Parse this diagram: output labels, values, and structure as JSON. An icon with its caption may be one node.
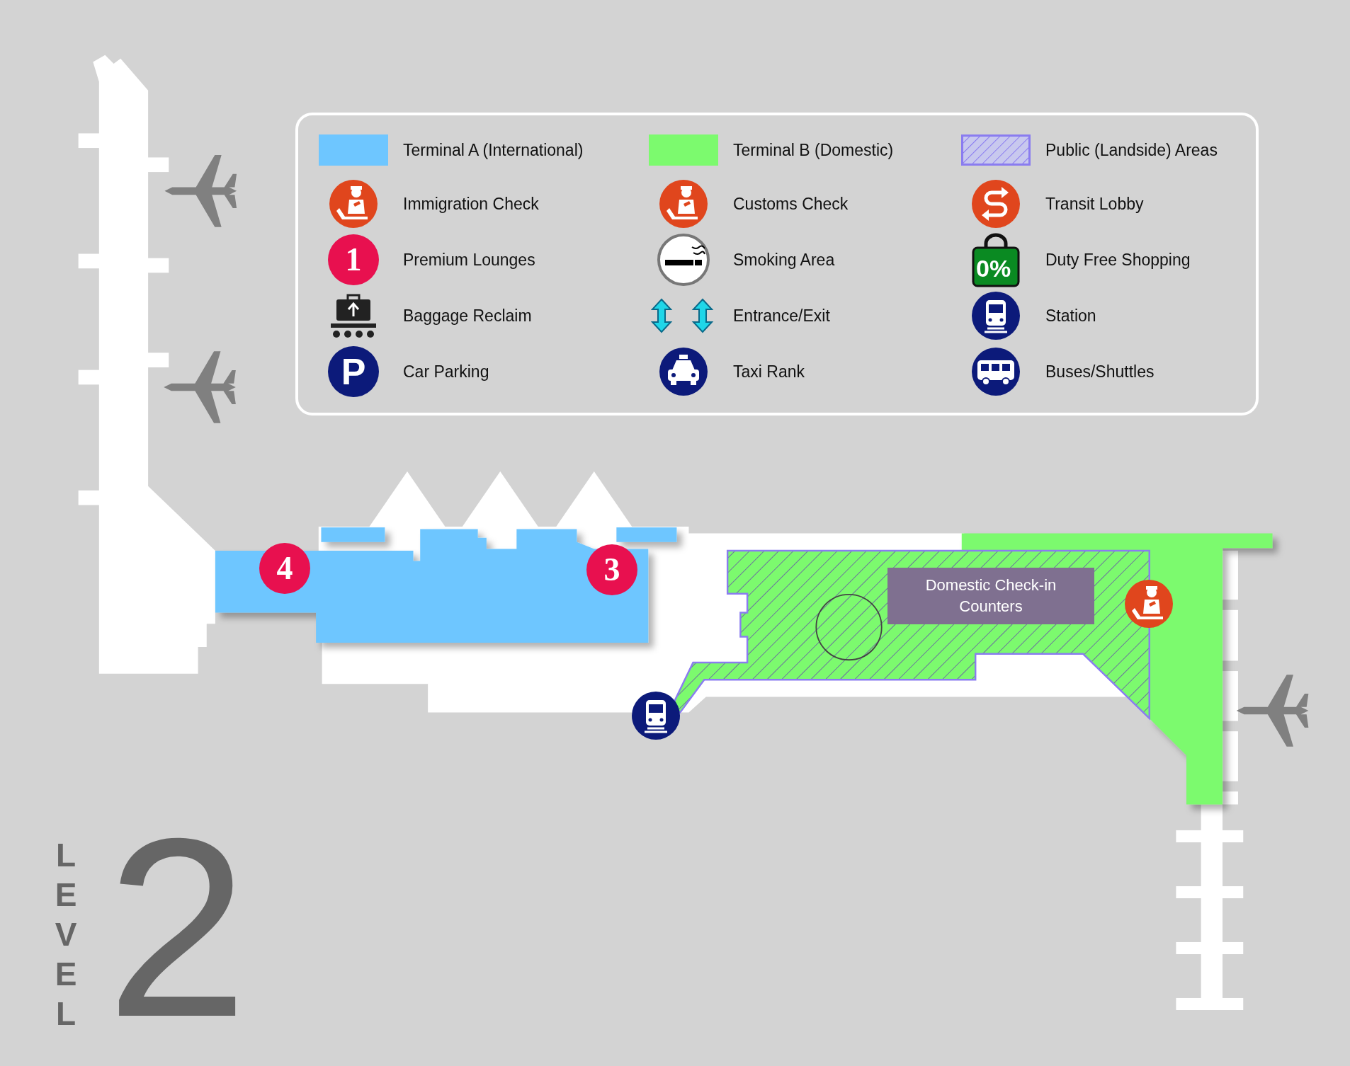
{
  "diagram": {
    "nodes": [
      {
        "text": [
          "Domestic Check-in Counters"
        ]
      }
    ],
    "labels": [
      "1",
      "0%",
      "P",
      "4",
      "3",
      "LEVEL",
      "2"
    ],
    "legend": [
      {
        "text": "Terminal A (International)",
        "color": "#6ec6ff"
      },
      {
        "text": "Terminal B (Domestic)",
        "color": "#7cfa6e"
      },
      {
        "text": "Public (Landside) Areas"
      },
      {
        "text": "Immigration Check"
      },
      {
        "text": "Customs Check"
      },
      {
        "text": "Transit Lobby"
      },
      {
        "text": "Premium Lounges"
      },
      {
        "text": "Smoking Area"
      },
      {
        "text": "Duty Free Shopping"
      },
      {
        "text": "Baggage Reclaim"
      },
      {
        "text": "Entrance/Exit"
      },
      {
        "text": "Station"
      },
      {
        "text": "Car Parking"
      },
      {
        "text": "Taxi Rank"
      },
      {
        "text": "Buses/Shuttles"
      }
    ]
  }
}
